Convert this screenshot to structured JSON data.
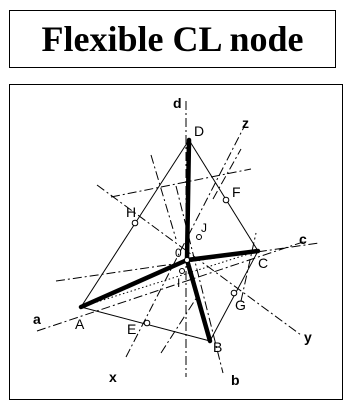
{
  "title": "Flexible CL node",
  "labels": {
    "A": "A",
    "B": "B",
    "C": "C",
    "D": "D",
    "E": "E",
    "F": "F",
    "G": "G",
    "H": "H",
    "I": "I",
    "J": "J",
    "O": "0",
    "a": "a",
    "b": "b",
    "c": "c",
    "d": "d",
    "x": "x",
    "y": "y",
    "z": "z"
  }
}
